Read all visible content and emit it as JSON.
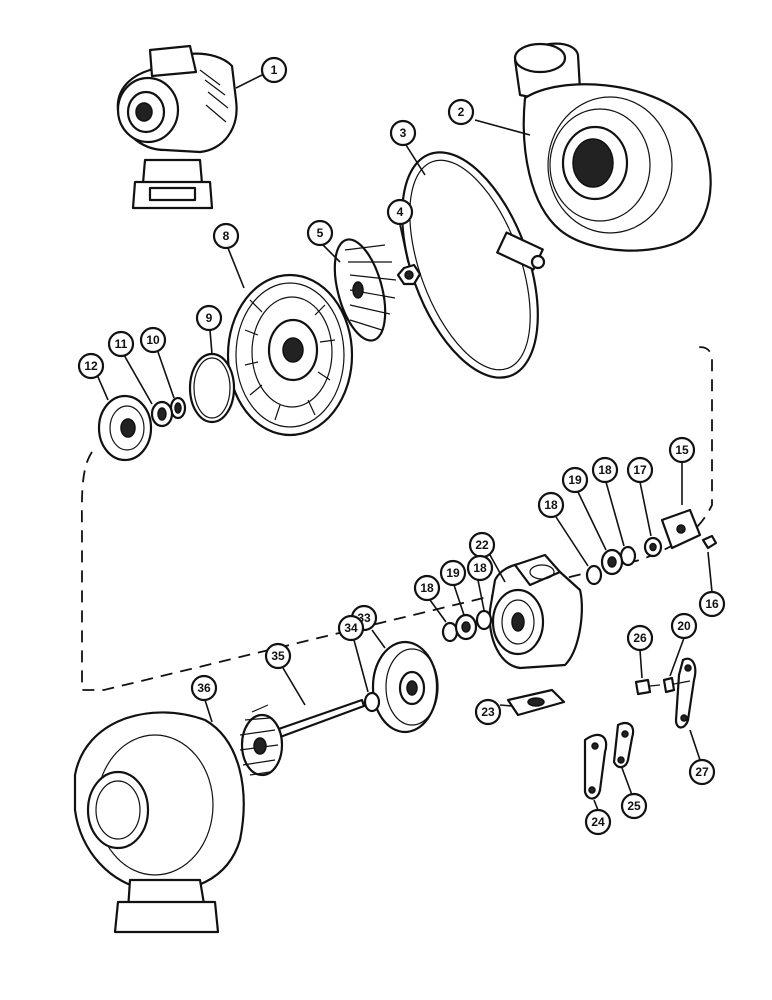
{
  "callouts": [
    {
      "id": "c1",
      "label": "1"
    },
    {
      "id": "c2",
      "label": "2"
    },
    {
      "id": "c3",
      "label": "3"
    },
    {
      "id": "c4",
      "label": "4"
    },
    {
      "id": "c5",
      "label": "5"
    },
    {
      "id": "c8",
      "label": "8"
    },
    {
      "id": "c9",
      "label": "9"
    },
    {
      "id": "c10",
      "label": "10"
    },
    {
      "id": "c11",
      "label": "11"
    },
    {
      "id": "c12",
      "label": "12"
    },
    {
      "id": "c15",
      "label": "15"
    },
    {
      "id": "c16",
      "label": "16"
    },
    {
      "id": "c17",
      "label": "17"
    },
    {
      "id": "c18a",
      "label": "18"
    },
    {
      "id": "c19a",
      "label": "19"
    },
    {
      "id": "c18b",
      "label": "18"
    },
    {
      "id": "c22",
      "label": "22"
    },
    {
      "id": "c18c",
      "label": "18"
    },
    {
      "id": "c19b",
      "label": "19"
    },
    {
      "id": "c18d",
      "label": "18"
    },
    {
      "id": "c33",
      "label": "33"
    },
    {
      "id": "c34",
      "label": "34"
    },
    {
      "id": "c35",
      "label": "35"
    },
    {
      "id": "c36",
      "label": "36"
    },
    {
      "id": "c23",
      "label": "23"
    },
    {
      "id": "c24",
      "label": "24"
    },
    {
      "id": "c25",
      "label": "25"
    },
    {
      "id": "c26",
      "label": "26"
    },
    {
      "id": "c20",
      "label": "20"
    },
    {
      "id": "c27",
      "label": "27"
    }
  ]
}
